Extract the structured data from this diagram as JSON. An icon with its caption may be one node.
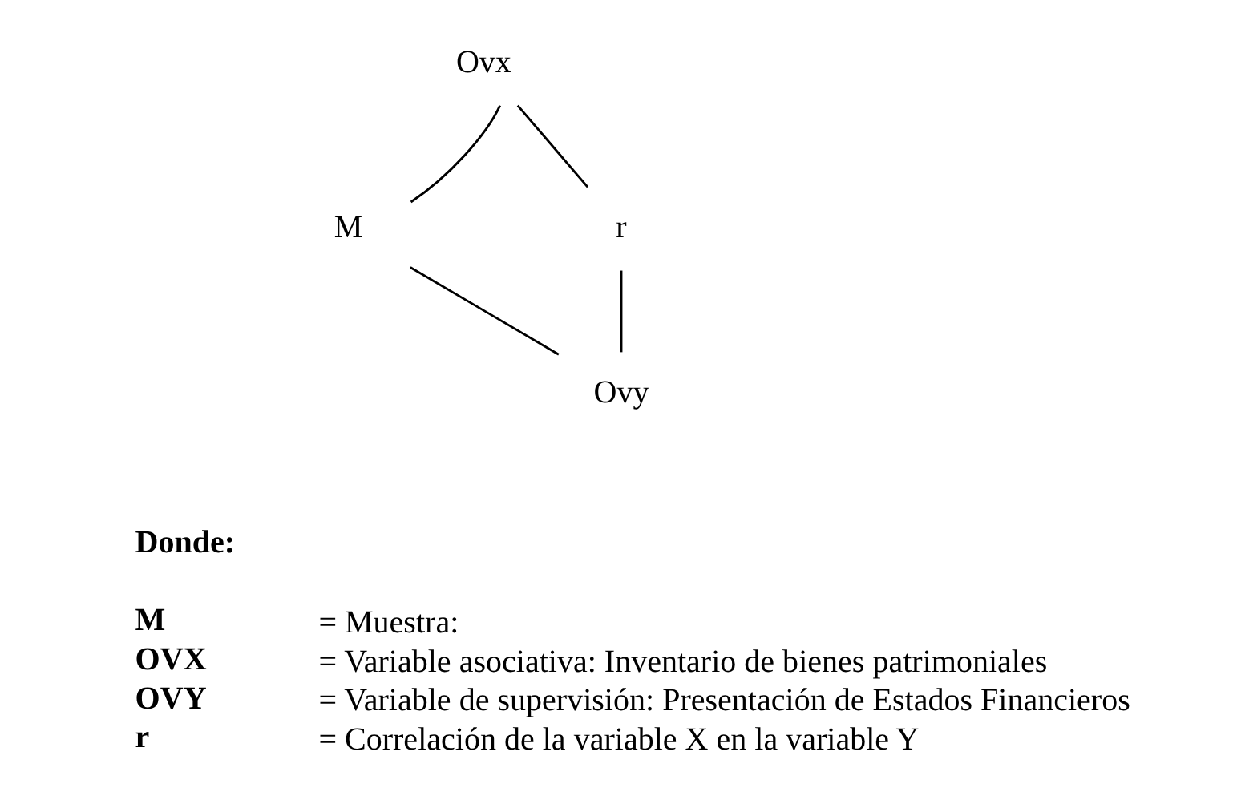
{
  "diagram": {
    "nodes": [
      {
        "text": [
          "M"
        ]
      },
      {
        "text": [
          "Ovx"
        ]
      },
      {
        "text": [
          "r"
        ]
      },
      {
        "text": [
          "Ovy"
        ]
      }
    ],
    "edges": [
      {
        "from": 0,
        "to": 1,
        "arrow": "none"
      },
      {
        "from": 0,
        "to": 3,
        "arrow": "none"
      },
      {
        "from": 1,
        "to": 2,
        "arrow": "none"
      },
      {
        "from": 2,
        "to": 3,
        "arrow": "none"
      }
    ],
    "labels": [
      "Donde:",
      "M",
      "= Muestra:",
      "OVX",
      "= Variable asociativa: Inventario de bienes patrimoniales",
      "OVY",
      "= Variable de supervisión: Presentación de Estados Financieros",
      "r",
      "= Correlación de la variable X en la variable Y"
    ]
  }
}
